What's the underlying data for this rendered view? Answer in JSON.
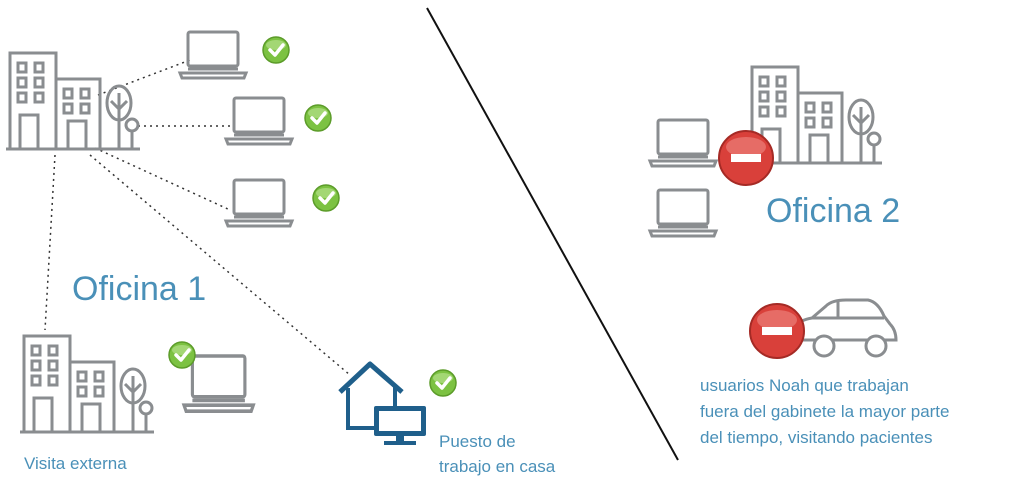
{
  "colors": {
    "icon_gray": "#8a8d90",
    "text_blue": "#4a90b8",
    "home_blue": "#1f5f8b",
    "check_green": "#7cc242",
    "stop_red": "#d9403a"
  },
  "labels": {
    "office1": "Oficina 1",
    "office2": "Oficina 2",
    "external_visit": "Visita externa",
    "home_line1": "Puesto de",
    "home_line2": "trabajo en casa",
    "noah_line1": "usuarios Noah que trabajan",
    "noah_line2": "fuera del gabinete la mayor parte",
    "noah_line3": "del tiempo, visitando pacientes"
  },
  "icons": {
    "office_building": "office-building-icon",
    "laptop": "laptop-icon",
    "check": "check-icon",
    "blocked": "blocked-icon",
    "home_workstation": "home-workstation-icon",
    "car": "car-icon"
  }
}
